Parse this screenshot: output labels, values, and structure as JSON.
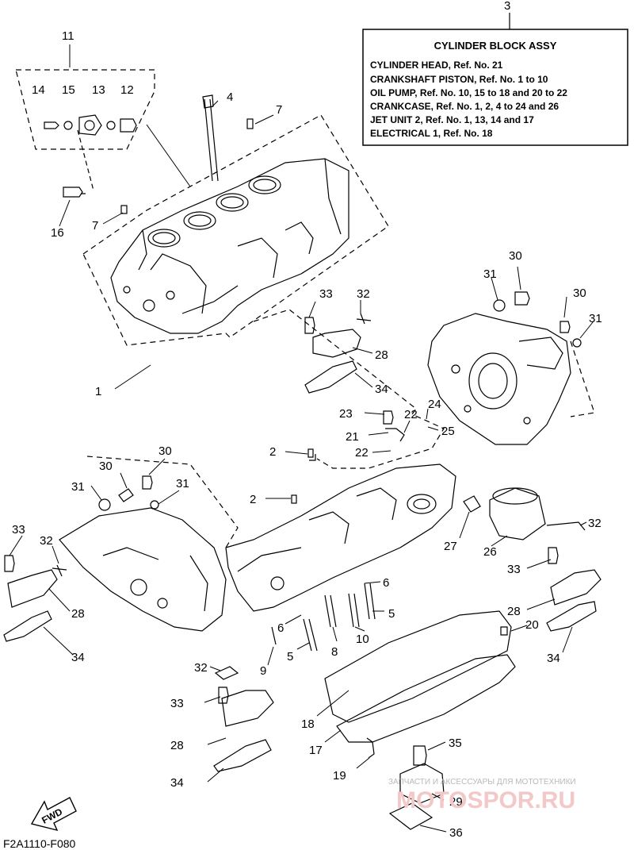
{
  "box": {
    "title": "CYLINDER BLOCK ASSY",
    "lines": [
      "CYLINDER HEAD,  Ref. No. 21",
      "CRANKSHAFT PISTON,  Ref. No. 1 to 10",
      "OIL PUMP,  Ref. No. 10, 15 to 18 and 20 to 22",
      "CRANKCASE,  Ref. No. 1, 2, 4 to 24 and 26",
      "JET UNIT 2,  Ref. No. 1, 13, 14 and 17",
      "ELECTRICAL 1,  Ref. No. 18"
    ]
  },
  "refs": {
    "r1": "1",
    "r2a": "2",
    "r2b": "2",
    "r3": "3",
    "r4": "4",
    "r5a": "5",
    "r5b": "5",
    "r6a": "6",
    "r6b": "6",
    "r7a": "7",
    "r7b": "7",
    "r8": "8",
    "r9": "9",
    "r10": "10",
    "r11": "11",
    "r12": "12",
    "r13": "13",
    "r14": "14",
    "r15": "15",
    "r16": "16",
    "r17": "17",
    "r18": "18",
    "r19": "19",
    "r20": "20",
    "r21": "21",
    "r22a": "22",
    "r22b": "22",
    "r23": "23",
    "r24": "24",
    "r25": "25",
    "r26": "26",
    "r27": "27",
    "r28a": "28",
    "r28b": "28",
    "r28c": "28",
    "r28d": "28",
    "r29": "29",
    "r30a": "30",
    "r30b": "30",
    "r30c": "30",
    "r31a": "31",
    "r31b": "31",
    "r31c": "31",
    "r31d": "31",
    "r32a": "32",
    "r32b": "32",
    "r32c": "32",
    "r32d": "32",
    "r33a": "33",
    "r33b": "33",
    "r33c": "33",
    "r33d": "33",
    "r34a": "34",
    "r34b": "34",
    "r34c": "34",
    "r34d": "34",
    "r35": "35",
    "r36": "36"
  },
  "fwd_label": "FWD",
  "diagram_code": "F2A1110-F080",
  "watermark": {
    "tagline": "ЗАПЧАСТИ И АКСЕССУАРЫ ДЛЯ МОТОТЕХНИКИ",
    "brand": "MOTOSPOR.RU"
  }
}
